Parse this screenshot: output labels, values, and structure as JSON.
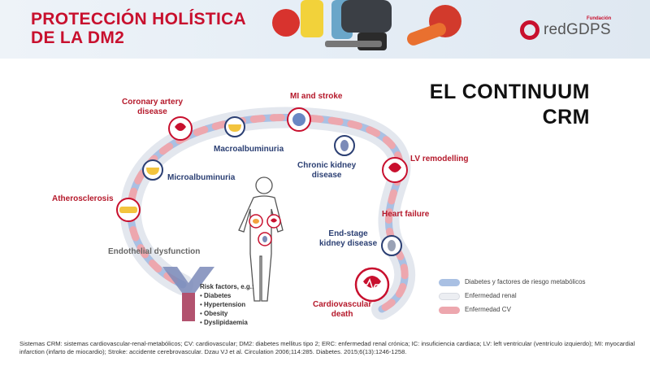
{
  "header": {
    "title_line1": "PROTECCIÓN HOLÍSTICA",
    "title_line2_prefix": "DE LA ",
    "title_line2_bold": "DM2",
    "brand_sup": "Fundación",
    "brand_name": "redGDPS"
  },
  "main_title": {
    "line1": "EL CONTINUUM",
    "line2": "CRM"
  },
  "diagram": {
    "coronary": "Coronary artery\ndisease",
    "mi_stroke": "MI and stroke",
    "macro": "Macroalbuminuria",
    "micro": "Microalbuminuria",
    "ckd": "Chronic kidney\ndisease",
    "lv": "LV remodelling",
    "athero": "Atherosclerosis",
    "heart_failure": "Heart failure",
    "endothelial": "Endothelial dysfunction",
    "eskd": "End-stage\nkidney disease",
    "cv_death": "Cardiovascular\ndeath"
  },
  "risk": {
    "head": "Risk factors, e.g.:",
    "items": [
      "Diabetes",
      "Hypertension",
      "Obesity",
      "Dyslipidaemia"
    ]
  },
  "legend": [
    {
      "text": "Diabetes y factores de riesgo metabólicos",
      "color": "#a9c0e3"
    },
    {
      "text": "Enfermedad renal",
      "color": "#eceef2"
    },
    {
      "text": "Enfermedad CV",
      "color": "#eda7ae"
    }
  ],
  "footnote": "Sistemas CRM: sistemas cardiovascular-renal-metabólicos; CV: cardiovascular; DM2: diabetes mellitus tipo 2; ERC: enfermedad renal crónica; IC: insuficiencia cardiaca; LV: left ventricular (ventrículo izquierdo); MI: myocardial infarction (infarto de miocardio); Stroke: accidente cerebrovascular.  Dzau VJ et al. Circulation 2006;114:285. Diabetes. 2015;6(13):1246-1258."
}
